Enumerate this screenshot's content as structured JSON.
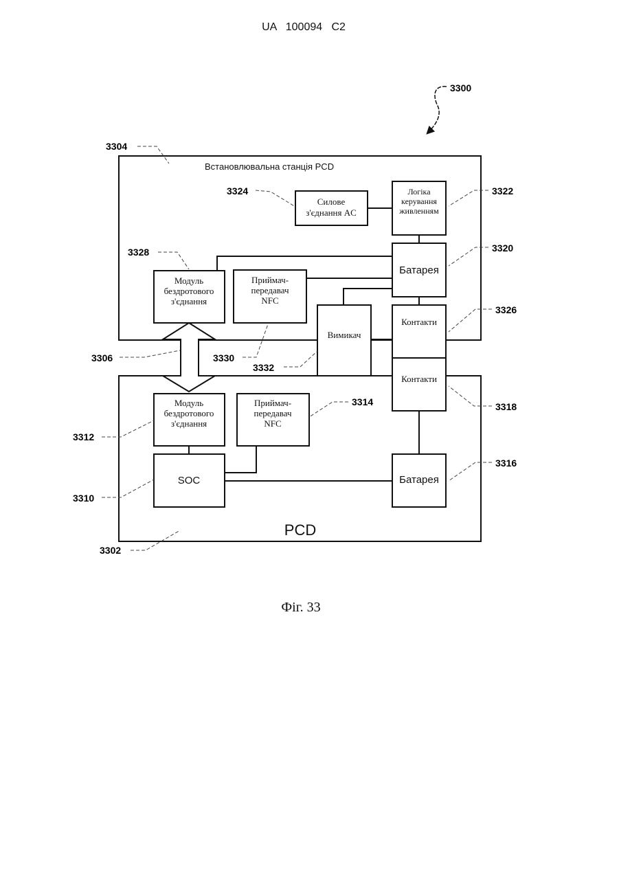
{
  "header": {
    "doc_id": "UA   100094   C2"
  },
  "figure": {
    "caption": "Фіг. 33",
    "refs": {
      "r3300": "3300",
      "r3304": "3304",
      "r3324": "3324",
      "r3322": "3322",
      "r3328": "3328",
      "r3320": "3320",
      "r3326": "3326",
      "r3306": "3306",
      "r3330": "3330",
      "r3332": "3332",
      "r3314": "3314",
      "r3318": "3318",
      "r3312": "3312",
      "r3316": "3316",
      "r3310": "3310",
      "r3302": "3302"
    },
    "station": {
      "title": "Встановлювальна станція PCD",
      "ac_power": [
        "Силове",
        "з'єднання AC"
      ],
      "power_logic": [
        "Логіка",
        "керування",
        "живленням"
      ],
      "battery": "Батарея",
      "wireless_module": [
        "Модуль",
        "бездротового",
        "з'єднання"
      ],
      "nfc": [
        "Приймач-",
        "передавач",
        "NFC"
      ],
      "switch": "Вимикач",
      "contacts": "Контакти"
    },
    "pcd": {
      "label": "PCD",
      "wireless_module": [
        "Модуль",
        "бездротового",
        "з'єднання"
      ],
      "nfc": [
        "Приймач-",
        "передавач",
        "NFC"
      ],
      "soc": "SOC",
      "battery": "Батарея",
      "contacts": "Контакти"
    }
  }
}
